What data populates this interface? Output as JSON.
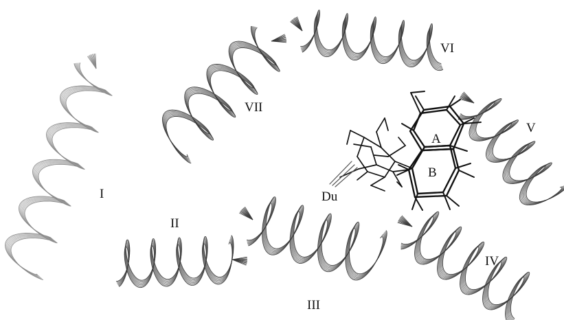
{
  "colors": {
    "helix_dark": "#3a3a3a",
    "helix_light": "#8a8a8a",
    "ligand": "#111111",
    "background": "#ffffff"
  },
  "labels": {
    "helix_1": "I",
    "helix_2": "II",
    "helix_3": "III",
    "helix_4": "IV",
    "helix_5": "V",
    "helix_6": "VI",
    "helix_7": "VII",
    "ring_a": "A",
    "ring_b": "B",
    "dummy_atom": "Du"
  }
}
